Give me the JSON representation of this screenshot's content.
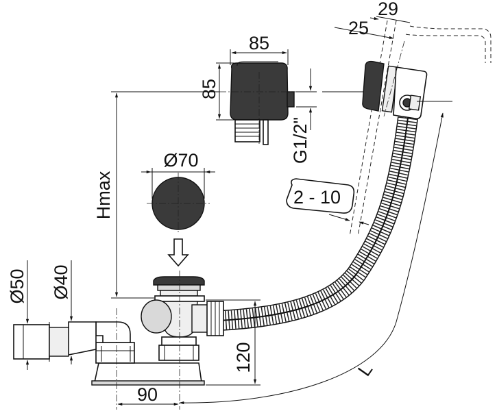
{
  "dimensions": {
    "overflow_width": "85",
    "overflow_height": "85",
    "thread": "G1/2\"",
    "cap_diameter": "Ø70",
    "height_max": "Hmax",
    "wall_thickness": "2 - 10",
    "inner_25": "25",
    "inner_29": "29",
    "pipe_50": "Ø50",
    "pipe_40": "Ø40",
    "waste_height": "120",
    "waste_offset": "90",
    "hose_length": "L"
  },
  "colors": {
    "ink": "#111111",
    "cap": "#3a3a3a",
    "paper": "#ffffff"
  }
}
